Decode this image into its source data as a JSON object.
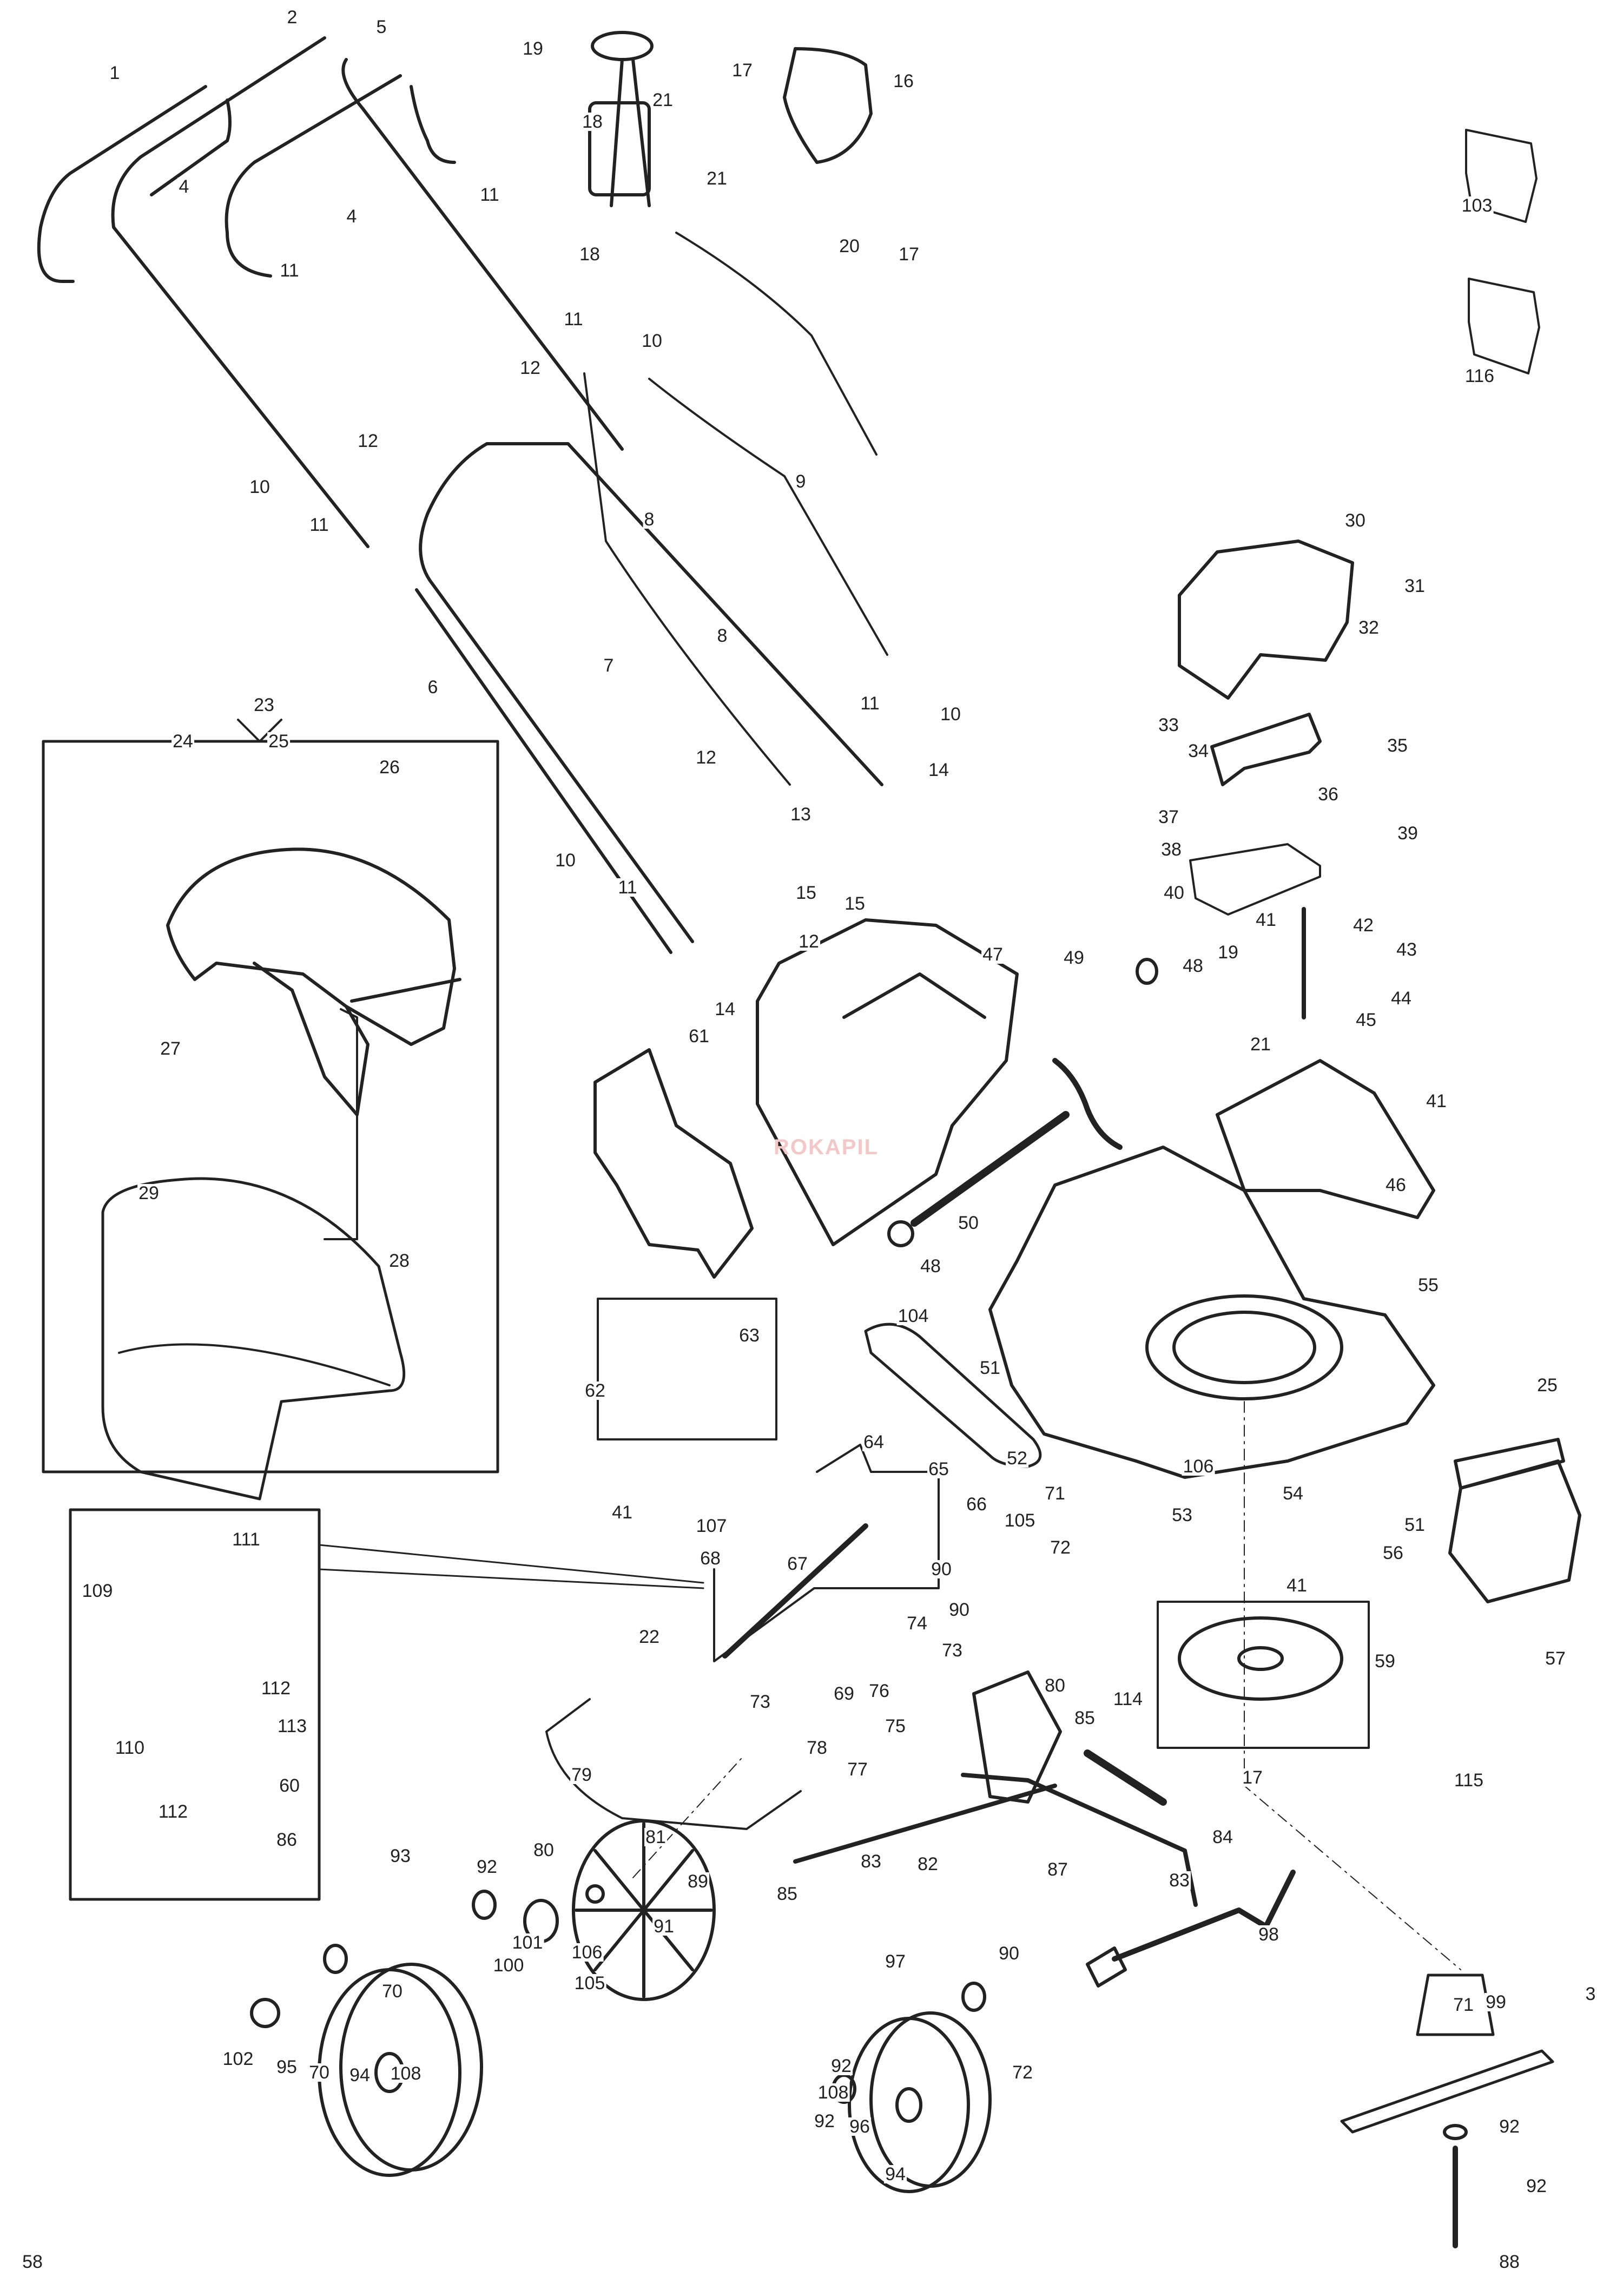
{
  "watermark": "ROKAPIL",
  "labels": [
    "1",
    "2",
    "5",
    "19",
    "17",
    "16",
    "4",
    "21",
    "18",
    "21",
    "11",
    "4",
    "11",
    "20",
    "17",
    "18",
    "11",
    "10",
    "12",
    "12",
    "10",
    "11",
    "103",
    "116",
    "9",
    "8",
    "30",
    "31",
    "32",
    "6",
    "7",
    "8",
    "11",
    "10",
    "23",
    "24",
    "25",
    "26",
    "12",
    "13",
    "14",
    "33",
    "34",
    "35",
    "36",
    "37",
    "39",
    "38",
    "40",
    "41",
    "42",
    "19",
    "43",
    "44",
    "21",
    "45",
    "10",
    "11",
    "15",
    "12",
    "14",
    "15",
    "47",
    "49",
    "48",
    "27",
    "61",
    "41",
    "50",
    "48",
    "29",
    "46",
    "28",
    "55",
    "104",
    "62",
    "63",
    "51",
    "64",
    "65",
    "52",
    "106",
    "66",
    "90",
    "41",
    "54",
    "53",
    "25",
    "107",
    "68",
    "67",
    "90",
    "105",
    "71",
    "72",
    "111",
    "109",
    "51",
    "41",
    "56",
    "22",
    "74",
    "73",
    "112",
    "113",
    "69",
    "76",
    "75",
    "73",
    "80",
    "59",
    "57",
    "110",
    "79",
    "78",
    "77",
    "85",
    "114",
    "60",
    "17",
    "115",
    "112",
    "86",
    "81",
    "84",
    "83",
    "82",
    "87",
    "80",
    "85",
    "93",
    "92",
    "89",
    "83",
    "97",
    "98",
    "99",
    "90",
    "91",
    "3",
    "101",
    "71",
    "100",
    "106",
    "105",
    "72",
    "92",
    "108",
    "70",
    "92",
    "102",
    "95",
    "70",
    "94",
    "108",
    "92",
    "96",
    "94",
    "92",
    "88",
    "58"
  ],
  "groups": {
    "grass_bag": "23",
    "gearbox": "64",
    "blade_adapter_box": "59",
    "gearbox_detail": "109",
    "deflector_box": "62"
  }
}
